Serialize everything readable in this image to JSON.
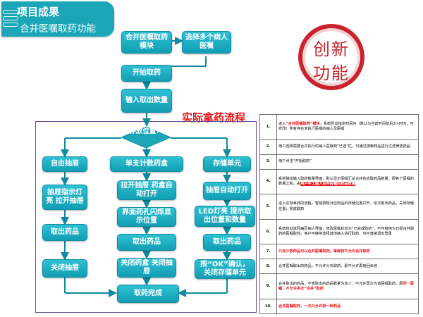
{
  "header": {
    "title": "项目成果",
    "subtitle": "合并医嘱取药功能"
  },
  "stamp": {
    "line1": "创新",
    "line2": "功能"
  },
  "flow": {
    "title": "实际拿药流程",
    "merge": "合并医嘱取药模块",
    "select_patients": "选择多个病人医嘱",
    "start": "开始取药",
    "input_qty": "输入取出数量",
    "decision": "存放位置？",
    "free_drawer": "自由抽屉",
    "unit_box": "单支计数药盒",
    "storage_unit": "存储单元",
    "drawer_led": "抽屉指示灯亮 拉开抽屉",
    "open_drawer_box": "拉开抽屉 药盒自动打开",
    "drawer_auto_open": "抽屉自动打开",
    "take_drug_1": "取出药品",
    "ui_flash": "界面药孔闪烁显示位置",
    "led_on": "LED灯亮 提示取出位置和数量",
    "close_drawer": "关闭抽屉",
    "take_drug_2": "取出药品",
    "take_drug_3": "取出药品",
    "close_box": "关闭药盒 关闭抽屉",
    "press_ok": "按“OK”确认，关闭存储单元",
    "done": "取药完成"
  },
  "notes": {
    "rows": [
      {
        "num": "1.",
        "parts": [
          {
            "t": "进入"
          },
          {
            "t": "“合并医嘱取药”模块",
            "s": "hl"
          },
          {
            "t": "，系统列出指定时间内（默认为当前时间前后3小时内，可修改）所有存在未执行医嘱的病人及医嘱"
          }
        ]
      },
      {
        "num": "2.",
        "parts": [
          {
            "t": "用户选择需要合并执行的病人医嘱到“已选”栏。可通过搜索药品进行过滤筛选药品"
          }
        ]
      },
      {
        "num": "3.",
        "parts": [
          {
            "t": "用户点击“开始取药”"
          }
        ]
      },
      {
        "num": "4.",
        "parts": [
          {
            "t": "系统弹出输入取药数量界面，默认显示医嘱汇总合并的应取药品数量，即各个医嘱的数量之和，由"
          },
          {
            "t": "用户手工输入合并医嘱的药品数量",
            "s": "hl-bg"
          }
        ]
      },
      {
        "num": "5.",
        "parts": [
          {
            "t": "进入实际拿药的流程，智能药柜对应药品的存储位置打开，依次取出药品，关闭存储位置，完成取药"
          }
        ]
      },
      {
        "num": "6.",
        "parts": [
          {
            "t": "系统自动返回病区病人界面，修改医嘱状态为“已完成取药”，不可继续为已经合并取药的医嘱取药。用户可继续选择其他病人进行取药，也可直接退出登录"
          }
        ]
      },
      {
        "num": "7.",
        "parts": [
          {
            "t": "只有少数药品可以合并医嘱取药。毒麻药不允许合并取药",
            "s": "hl"
          }
        ]
      },
      {
        "num": "8.",
        "parts": [
          {
            "t": "合并医嘱取出的药品，不允许分次取药，即不允许再放回余液"
          }
        ]
      },
      {
        "num": "9.",
        "parts": [
          {
            "t": "合并取出的药品，不管取出的药品数量为多少，不允许再次为该医嘱取药，即"
          },
          {
            "t": "同一医嘱，不允许多次“合并”取药",
            "s": "hl"
          }
        ]
      },
      {
        "num": "10.",
        "parts": [
          {
            "t": "合并医嘱取药，一次只允许取一种药品",
            "s": "hl"
          }
        ]
      }
    ]
  }
}
